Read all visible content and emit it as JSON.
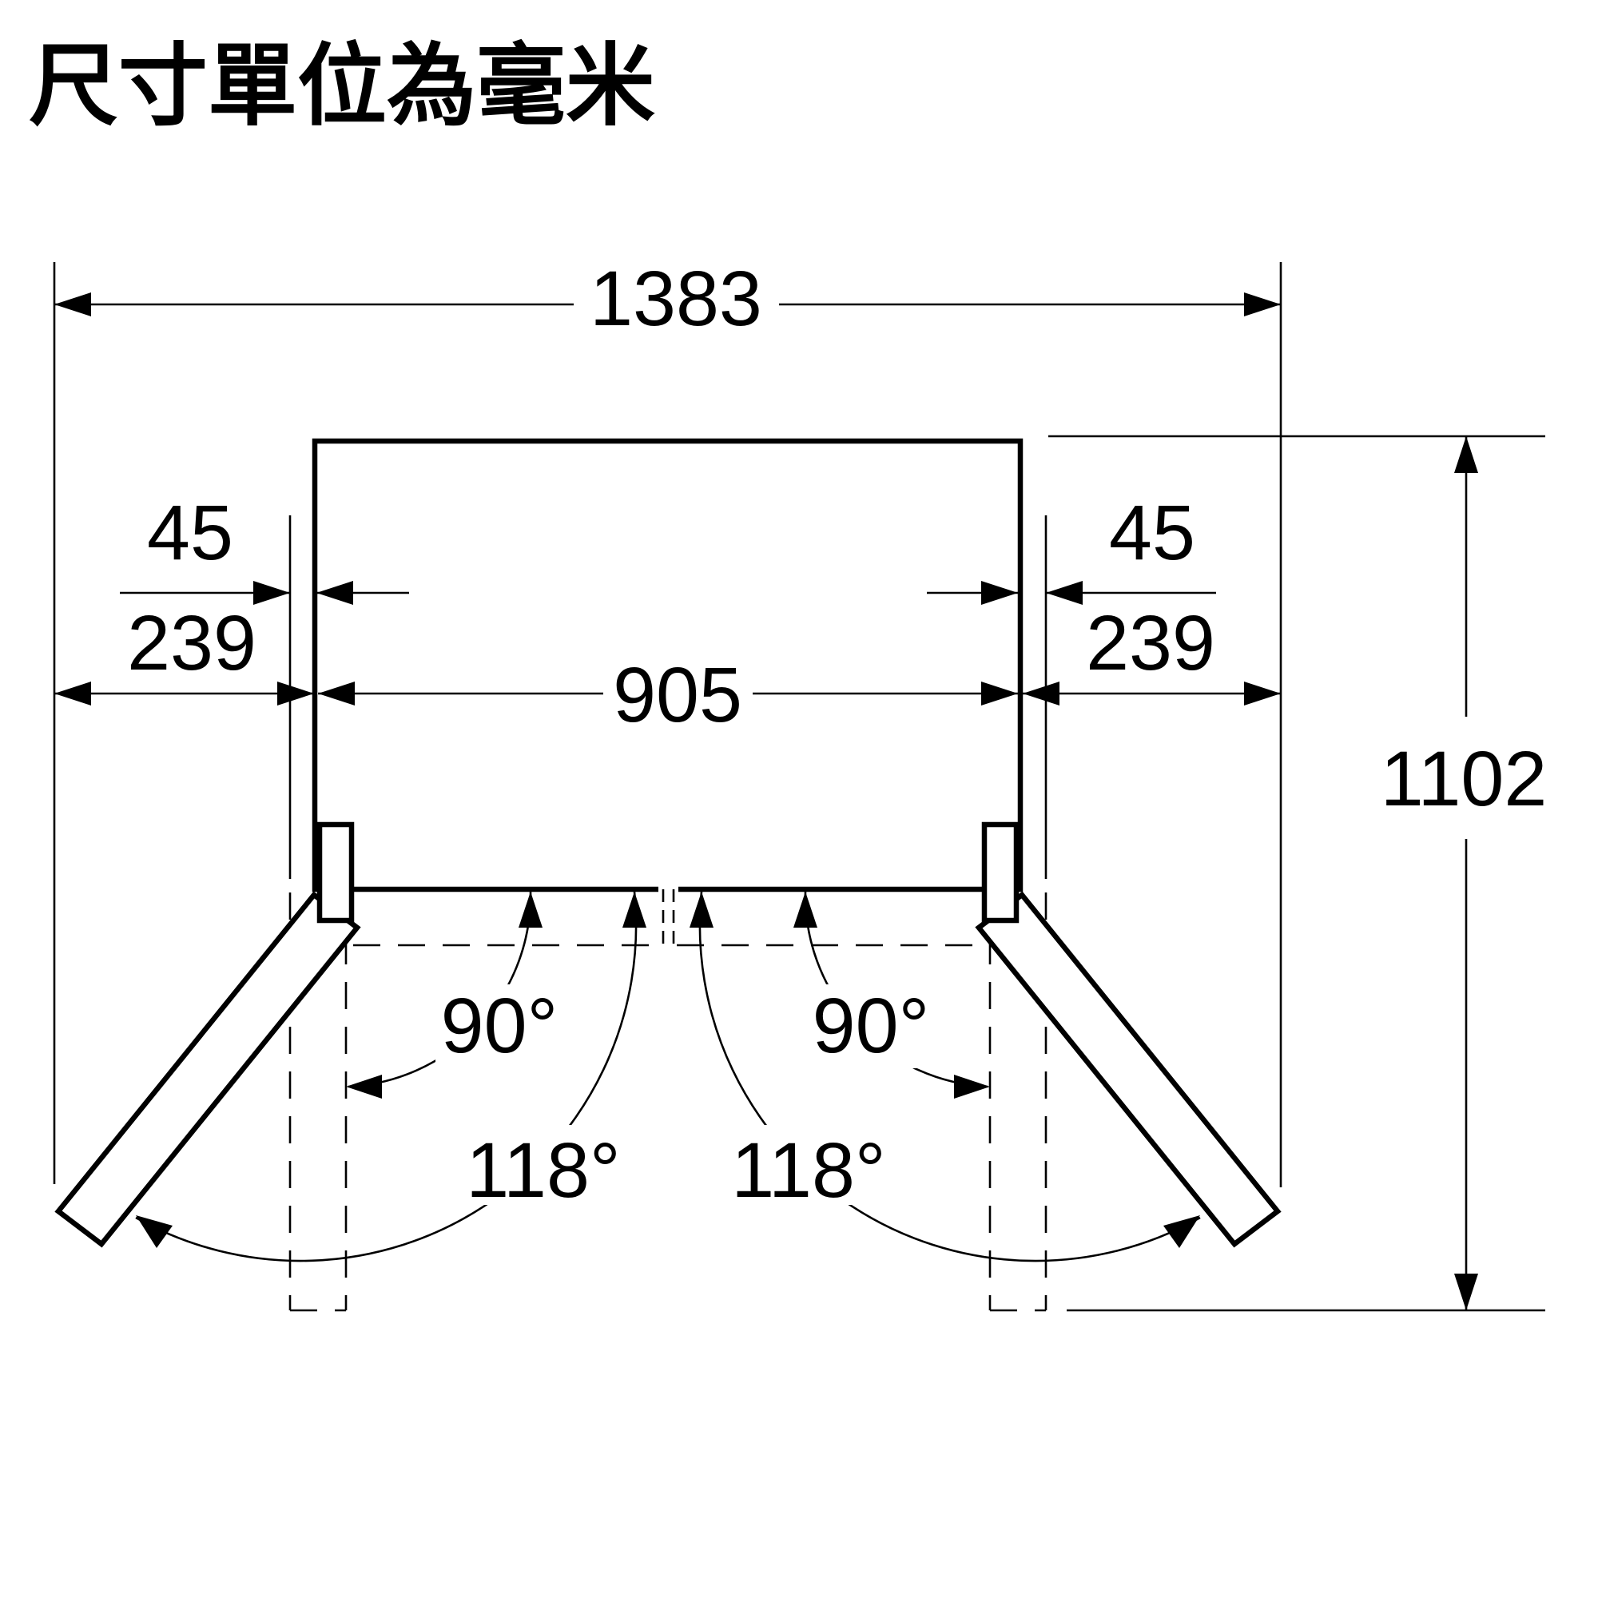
{
  "title": "尺寸單位為毫米",
  "dimensions": {
    "overall_width": "1383",
    "door_protrusion_left": "45",
    "door_protrusion_right": "45",
    "side_clearance_left": "239",
    "side_clearance_right": "239",
    "body_width": "905",
    "depth_doors_open": "1102"
  },
  "angles": {
    "left_90": "90°",
    "right_90": "90°",
    "left_118": "118°",
    "right_118": "118°"
  },
  "colors": {
    "ink": "#000000",
    "background": "#ffffff"
  }
}
